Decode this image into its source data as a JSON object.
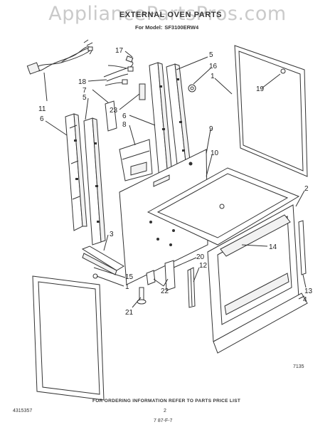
{
  "header": {
    "watermark": "AppliancePartsPros.com",
    "title": "EXTERNAL OVEN PARTS",
    "model_prefix": "For Model:",
    "model_number": "SF3100ERW4"
  },
  "callouts": [
    {
      "id": "c17",
      "text": "17"
    },
    {
      "id": "c5a",
      "text": "5"
    },
    {
      "id": "c16",
      "text": "16"
    },
    {
      "id": "c1a",
      "text": "1"
    },
    {
      "id": "c19",
      "text": "19"
    },
    {
      "id": "c18",
      "text": "18"
    },
    {
      "id": "c7",
      "text": "7"
    },
    {
      "id": "c23",
      "text": "23"
    },
    {
      "id": "c5b",
      "text": "5"
    },
    {
      "id": "c6a",
      "text": "6"
    },
    {
      "id": "c8",
      "text": "8"
    },
    {
      "id": "c11",
      "text": "11"
    },
    {
      "id": "c6b",
      "text": "6"
    },
    {
      "id": "c9",
      "text": "9"
    },
    {
      "id": "c10",
      "text": "10"
    },
    {
      "id": "c2",
      "text": "2"
    },
    {
      "id": "c3",
      "text": "3"
    },
    {
      "id": "c14",
      "text": "14"
    },
    {
      "id": "c20",
      "text": "20"
    },
    {
      "id": "c12",
      "text": "12"
    },
    {
      "id": "c15",
      "text": "15"
    },
    {
      "id": "c1b",
      "text": "1"
    },
    {
      "id": "c22",
      "text": "22"
    },
    {
      "id": "c21",
      "text": "21"
    },
    {
      "id": "c13",
      "text": "13"
    },
    {
      "id": "c4",
      "text": "4"
    }
  ],
  "footer": {
    "figure_code": "7135",
    "ordering_note": "FOR ORDERING INFORMATION REFER TO PARTS PRICE LIST",
    "doc_number": "4315357",
    "page_number": "2",
    "date_code": "7 87-F-7"
  }
}
